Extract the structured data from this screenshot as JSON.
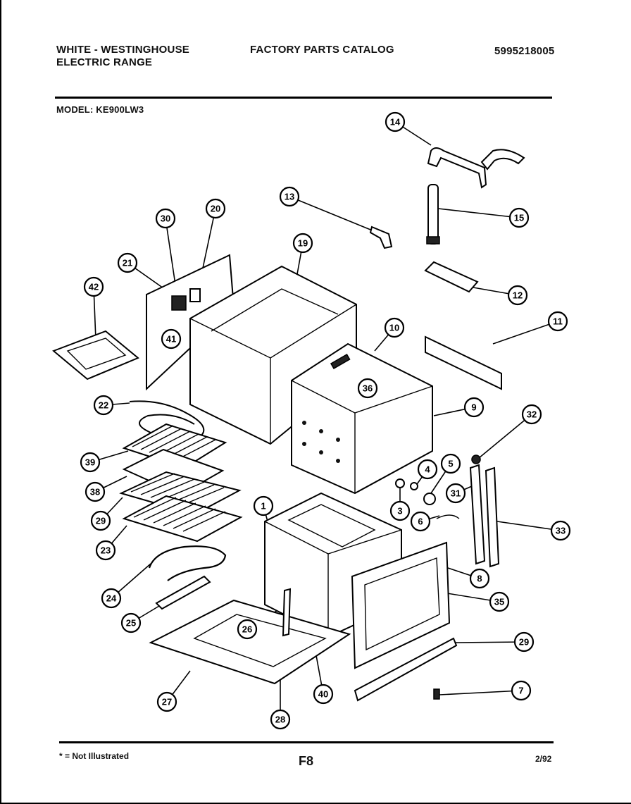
{
  "header": {
    "brand_line1": "WHITE - WESTINGHOUSE",
    "brand_line2": "ELECTRIC RANGE",
    "title": "FACTORY PARTS CATALOG",
    "catalog_number": "5995218005",
    "model": "MODEL: KE900LW3"
  },
  "callouts": [
    {
      "id": "callout-14",
      "label": "14"
    },
    {
      "id": "callout-13",
      "label": "13"
    },
    {
      "id": "callout-15",
      "label": "15"
    },
    {
      "id": "callout-30",
      "label": "30"
    },
    {
      "id": "callout-20",
      "label": "20"
    },
    {
      "id": "callout-19",
      "label": "19"
    },
    {
      "id": "callout-21",
      "label": "21"
    },
    {
      "id": "callout-42",
      "label": "42"
    },
    {
      "id": "callout-12",
      "label": "12"
    },
    {
      "id": "callout-41",
      "label": "41"
    },
    {
      "id": "callout-10",
      "label": "10"
    },
    {
      "id": "callout-11",
      "label": "11"
    },
    {
      "id": "callout-36",
      "label": "36"
    },
    {
      "id": "callout-22",
      "label": "22"
    },
    {
      "id": "callout-9",
      "label": "9"
    },
    {
      "id": "callout-32",
      "label": "32"
    },
    {
      "id": "callout-39",
      "label": "39"
    },
    {
      "id": "callout-4",
      "label": "4"
    },
    {
      "id": "callout-5",
      "label": "5"
    },
    {
      "id": "callout-38",
      "label": "38"
    },
    {
      "id": "callout-31",
      "label": "31"
    },
    {
      "id": "callout-29a",
      "label": "29"
    },
    {
      "id": "callout-1",
      "label": "1"
    },
    {
      "id": "callout-3",
      "label": "3"
    },
    {
      "id": "callout-6",
      "label": "6"
    },
    {
      "id": "callout-33",
      "label": "33"
    },
    {
      "id": "callout-23",
      "label": "23"
    },
    {
      "id": "callout-8",
      "label": "8"
    },
    {
      "id": "callout-24",
      "label": "24"
    },
    {
      "id": "callout-35",
      "label": "35"
    },
    {
      "id": "callout-25",
      "label": "25"
    },
    {
      "id": "callout-26",
      "label": "26"
    },
    {
      "id": "callout-29b",
      "label": "29"
    },
    {
      "id": "callout-7",
      "label": "7"
    },
    {
      "id": "callout-27",
      "label": "27"
    },
    {
      "id": "callout-40",
      "label": "40"
    },
    {
      "id": "callout-28",
      "label": "28"
    }
  ],
  "footer": {
    "note": "* = Not Illustrated",
    "page": "F8",
    "date": "2/92"
  }
}
